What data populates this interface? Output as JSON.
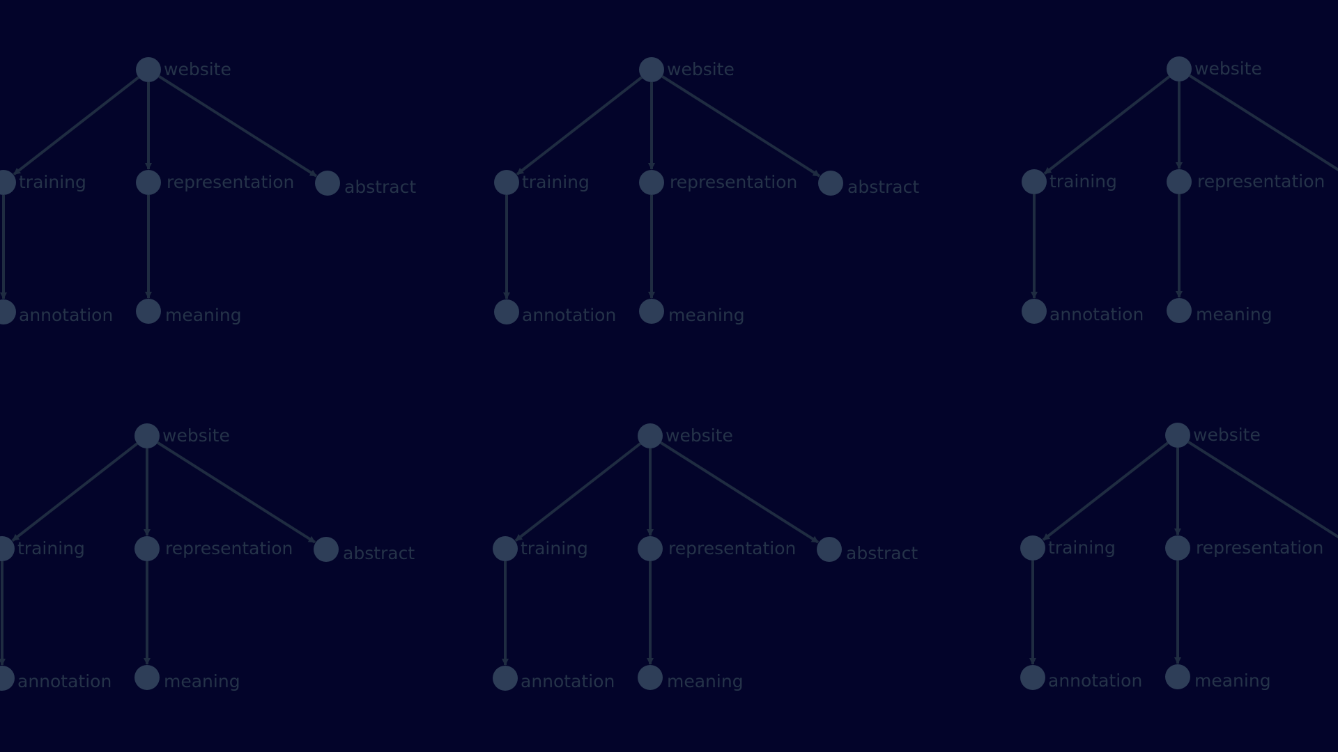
{
  "colors": {
    "background": "#03042a",
    "node": "#2e3e58",
    "edge": "#1f2c41",
    "label": "#253349"
  },
  "nodes": [
    {
      "id": "website",
      "label": "website"
    },
    {
      "id": "training",
      "label": "training"
    },
    {
      "id": "representation",
      "label": "representation"
    },
    {
      "id": "abstract",
      "label": "abstract"
    },
    {
      "id": "annotation",
      "label": "annotation"
    },
    {
      "id": "meaning",
      "label": "meaning"
    }
  ],
  "edges": [
    {
      "from": "website",
      "to": "training"
    },
    {
      "from": "website",
      "to": "representation"
    },
    {
      "from": "website",
      "to": "abstract"
    },
    {
      "from": "training",
      "to": "annotation"
    },
    {
      "from": "representation",
      "to": "meaning"
    }
  ]
}
